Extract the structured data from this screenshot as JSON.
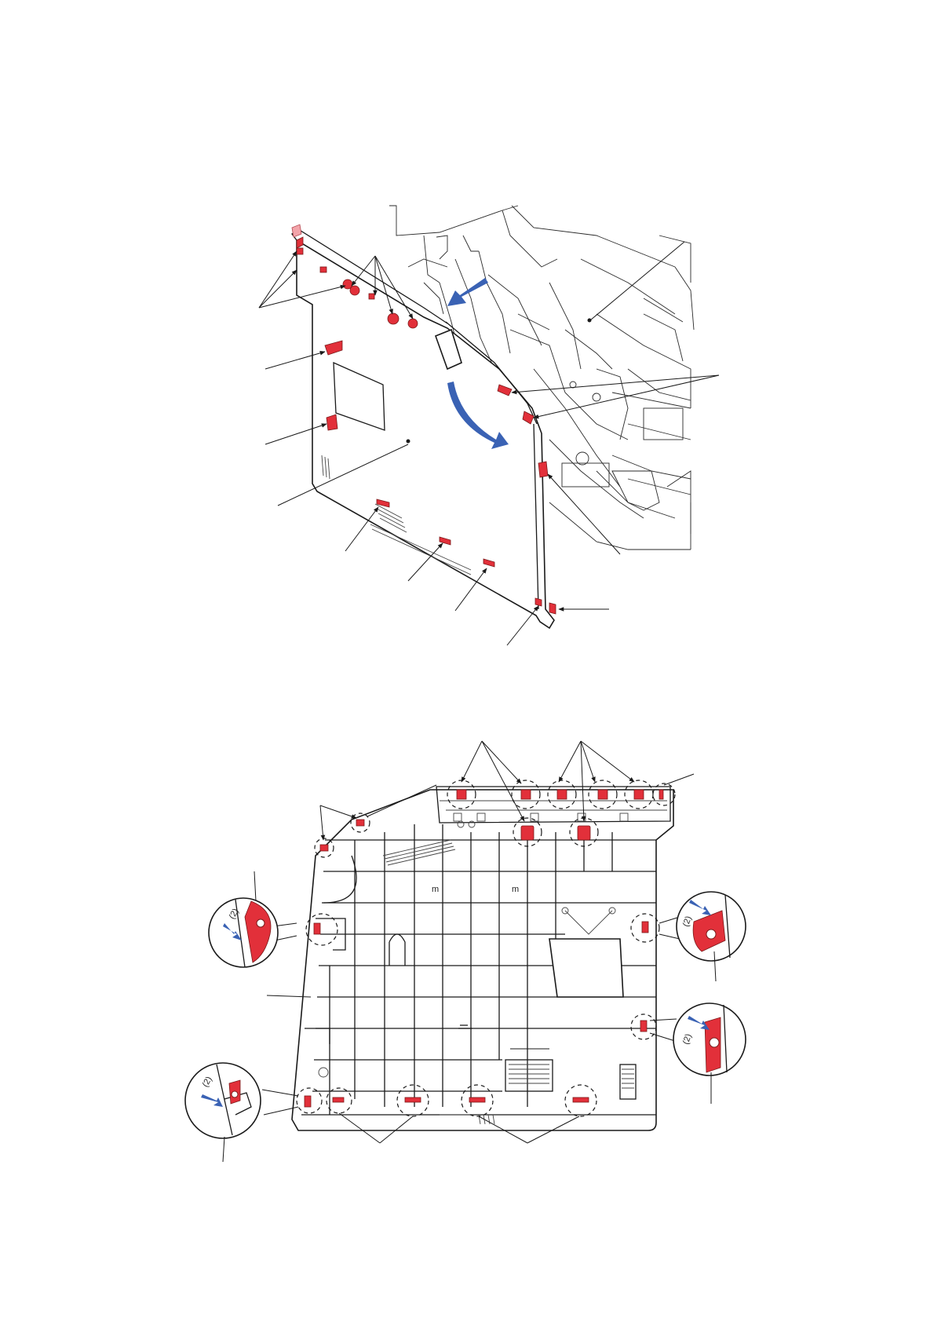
{
  "figure": {
    "top_view": "left-side-cover-removal",
    "bottom_view": "left-side-cover-inner-face",
    "icons": {
      "rotate_arrow": "curved-blue-arrow",
      "pull_arrow": "straight-blue-arrow",
      "press_arrow": "blue-push-arrow",
      "callout_marker": "dashed-circle"
    },
    "colors": {
      "hook_highlight": "#e2303a",
      "hook_highlight_light": "#f3a4aa",
      "motion_arrow": "#3a62b4",
      "line_art": "#1a1a1a",
      "background": "#ffffff"
    },
    "detail_step_labels": [
      "(2)",
      "(2)",
      "(2)",
      "(2)"
    ]
  }
}
